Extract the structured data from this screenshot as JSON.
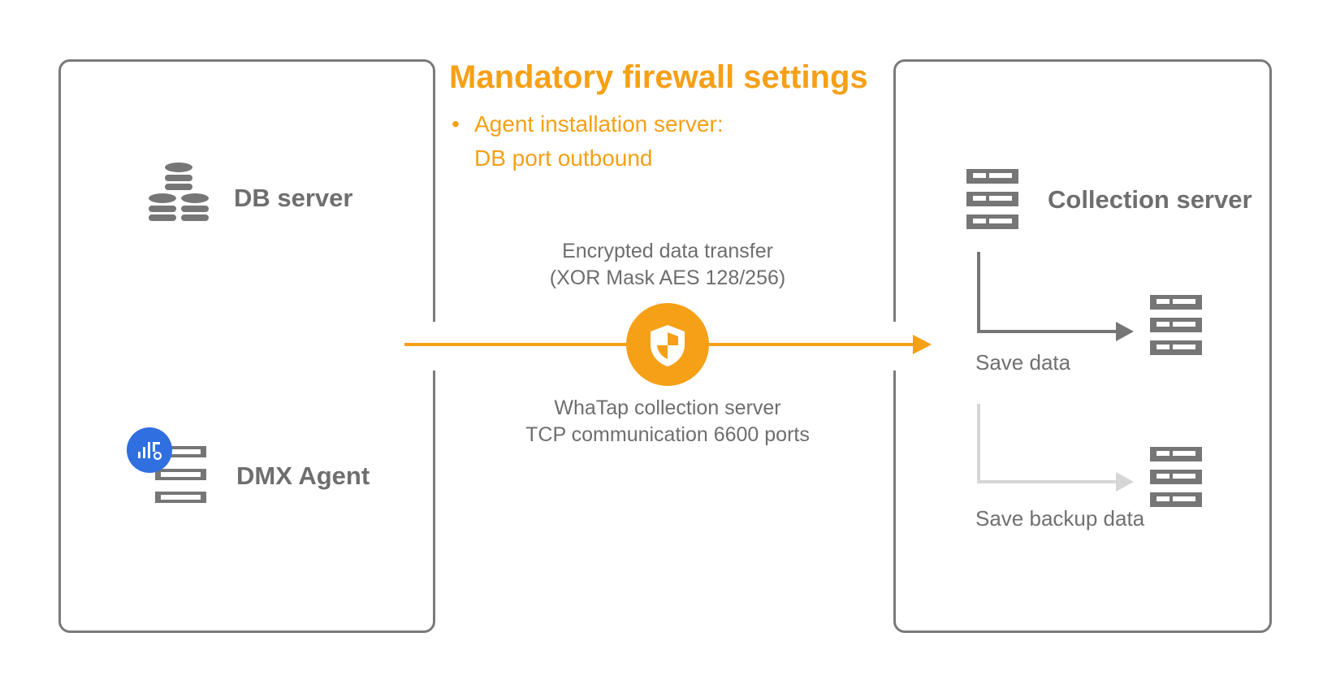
{
  "firewall": {
    "title": "Mandatory firewall settings",
    "bullet": "•",
    "line1": "Agent installation server:",
    "line2": "DB port outbound"
  },
  "left": {
    "db_label": "DB server",
    "agent_label": "DMX Agent"
  },
  "center": {
    "transfer_line1": "Encrypted data transfer",
    "transfer_line2": "(XOR Mask AES 128/256)",
    "whatap_line1": "WhaTap collection server",
    "whatap_line2": "TCP communication 6600 ports"
  },
  "right": {
    "collection_label": "Collection server",
    "save_label": "Save data",
    "backup_label": "Save backup data"
  },
  "colors": {
    "accent": "#f5a017",
    "icon_gray": "#767676",
    "agent_badge": "#2f6fe0",
    "backup_arrow": "#d6d6d6"
  },
  "icons": {
    "db": "database-stack-icon",
    "agent_server": "server-rack-icon",
    "agent_badge": "monitoring-gear-icon",
    "shield": "security-shield-icon",
    "collection": "server-rack-icon",
    "save": "server-rack-icon",
    "backup": "server-rack-icon"
  }
}
